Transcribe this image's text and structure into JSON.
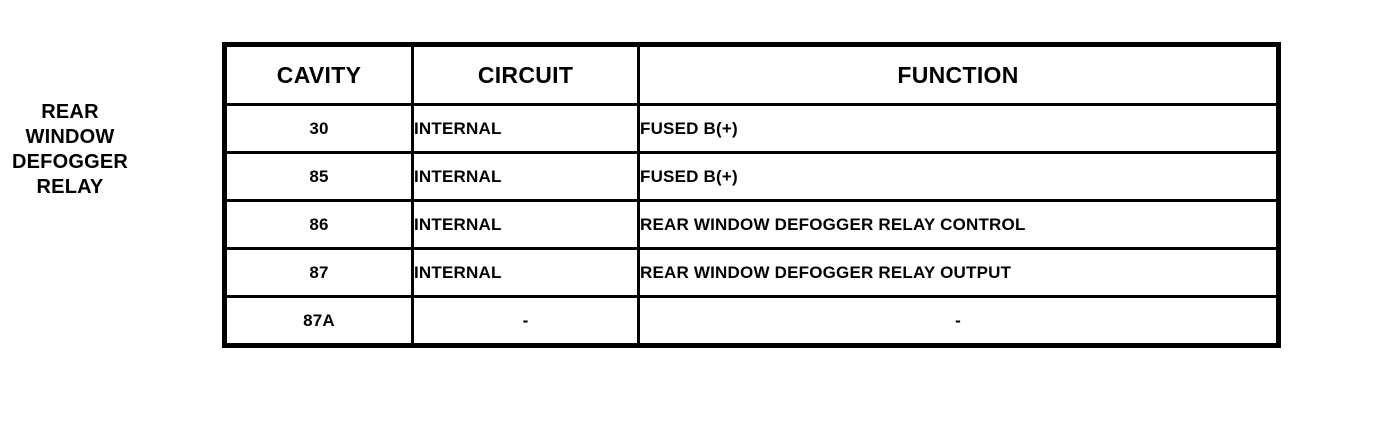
{
  "component": {
    "name": "rear-window-defogger-relay",
    "label_lines": [
      "REAR",
      "WINDOW",
      "DEFOGGER",
      "RELAY"
    ]
  },
  "table": {
    "headers": [
      "CAVITY",
      "CIRCUIT",
      "FUNCTION"
    ],
    "rows": [
      {
        "cavity": "30",
        "circuit": "INTERNAL",
        "function": "FUSED B(+)",
        "function_align": "left"
      },
      {
        "cavity": "85",
        "circuit": "INTERNAL",
        "function": "FUSED B(+)",
        "function_align": "left"
      },
      {
        "cavity": "86",
        "circuit": "INTERNAL",
        "function": "REAR WINDOW DEFOGGER RELAY CONTROL",
        "function_align": "left"
      },
      {
        "cavity": "87",
        "circuit": "INTERNAL",
        "function": "REAR WINDOW DEFOGGER RELAY OUTPUT",
        "function_align": "left"
      },
      {
        "cavity": "87A",
        "circuit": "-",
        "function": "-",
        "function_align": "center"
      }
    ]
  },
  "colors": {
    "background": "#ffffff",
    "text": "#000000",
    "border": "#000000"
  }
}
